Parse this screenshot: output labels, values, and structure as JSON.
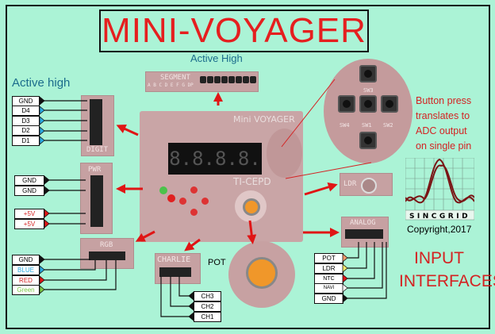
{
  "title": "MINI-VOYAGER",
  "segment": {
    "heading": "Active High",
    "board_label": "SEGMENT",
    "pins": "A B C D E F G DP"
  },
  "digit": {
    "heading": "Active high",
    "board_label": "DIGIT",
    "pins": [
      "GND",
      "D4",
      "D3",
      "D2",
      "D1"
    ],
    "colors": [
      "#111111",
      "#29a9e0",
      "#29a9e0",
      "#29a9e0",
      "#29a9e0"
    ]
  },
  "pwr": {
    "board_label": "PWR",
    "pins": [
      "GND",
      "GND",
      "+5V",
      "+5V"
    ]
  },
  "rgb": {
    "board_label": "RGB",
    "pins": [
      "GND",
      "BLUE",
      "RED",
      "Green"
    ]
  },
  "charlie": {
    "board_label": "CHARLIE",
    "pins": [
      "CH3",
      "CH2",
      "CH1"
    ]
  },
  "main_board": {
    "display": "8.8.8.8.",
    "brand": "Mini VOYAGER",
    "sub": "TI-CEPD"
  },
  "pot": {
    "label": "POT"
  },
  "buttons": {
    "labels": [
      "SW3",
      "SW4",
      "SW1",
      "SW2"
    ],
    "note": [
      "Button press",
      "translates to",
      "ADC output",
      "on single pin"
    ]
  },
  "ldr": {
    "board_label": "LDR"
  },
  "analog": {
    "board_label": "ANALOG",
    "pins": [
      "POT",
      "LDR",
      "NTC",
      "NAVI",
      "GND"
    ],
    "colors": [
      "#f39a6a",
      "#f3ea6a",
      "#e02020",
      "#ffffff",
      "#111111"
    ]
  },
  "logo": {
    "name": "SINCGRID",
    "copyright": "Copyright,2017"
  },
  "caption": {
    "line1": "INPUT",
    "line2": "INTERFACES"
  }
}
